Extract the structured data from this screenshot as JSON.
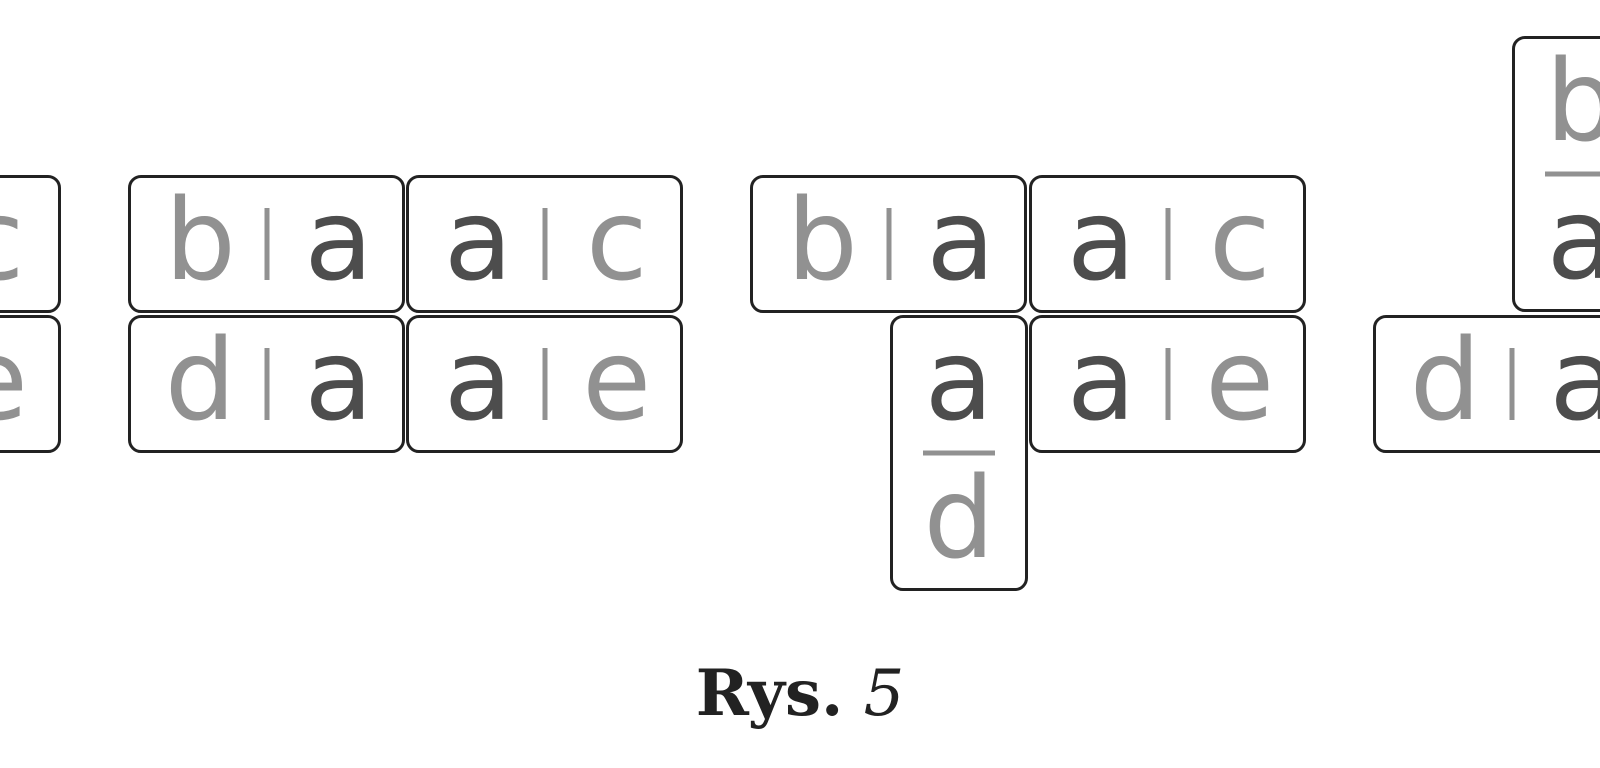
{
  "colors": {
    "dark_letter": "#4d4d4d",
    "light_letter": "#919191",
    "separator": "#919191",
    "border": "#222222",
    "background": "#ffffff"
  },
  "figures": [
    {
      "name": "figure-left-partial",
      "tiles": [
        {
          "orientation": "horizontal",
          "letters": [
            {
              "char": "c",
              "tone": "light"
            }
          ]
        },
        {
          "orientation": "horizontal",
          "letters": [
            {
              "char": "e",
              "tone": "light"
            }
          ]
        }
      ]
    },
    {
      "name": "figure-2x2-grid",
      "tiles": [
        {
          "orientation": "horizontal",
          "letters": [
            {
              "char": "b",
              "tone": "light"
            },
            {
              "char": "a",
              "tone": "dark"
            }
          ]
        },
        {
          "orientation": "horizontal",
          "letters": [
            {
              "char": "a",
              "tone": "dark"
            },
            {
              "char": "c",
              "tone": "light"
            }
          ]
        },
        {
          "orientation": "horizontal",
          "letters": [
            {
              "char": "d",
              "tone": "light"
            },
            {
              "char": "a",
              "tone": "dark"
            }
          ]
        },
        {
          "orientation": "horizontal",
          "letters": [
            {
              "char": "a",
              "tone": "dark"
            },
            {
              "char": "e",
              "tone": "light"
            }
          ]
        }
      ]
    },
    {
      "name": "figure-shifted",
      "tiles": [
        {
          "orientation": "horizontal",
          "letters": [
            {
              "char": "b",
              "tone": "light"
            },
            {
              "char": "a",
              "tone": "dark"
            }
          ]
        },
        {
          "orientation": "horizontal",
          "letters": [
            {
              "char": "a",
              "tone": "dark"
            },
            {
              "char": "c",
              "tone": "light"
            }
          ]
        },
        {
          "orientation": "vertical",
          "letters": [
            {
              "char": "a",
              "tone": "dark"
            },
            {
              "char": "d",
              "tone": "light"
            }
          ]
        },
        {
          "orientation": "horizontal",
          "letters": [
            {
              "char": "a",
              "tone": "dark"
            },
            {
              "char": "e",
              "tone": "light"
            }
          ]
        }
      ]
    },
    {
      "name": "figure-right-partial",
      "tiles": [
        {
          "orientation": "vertical",
          "letters": [
            {
              "char": "b",
              "tone": "light"
            },
            {
              "char": "a",
              "tone": "dark"
            }
          ]
        },
        {
          "orientation": "horizontal",
          "letters": [
            {
              "char": "d",
              "tone": "light"
            },
            {
              "char": "a",
              "tone": "dark"
            }
          ]
        }
      ]
    }
  ],
  "caption": {
    "word": "Rys.",
    "number": "5"
  }
}
